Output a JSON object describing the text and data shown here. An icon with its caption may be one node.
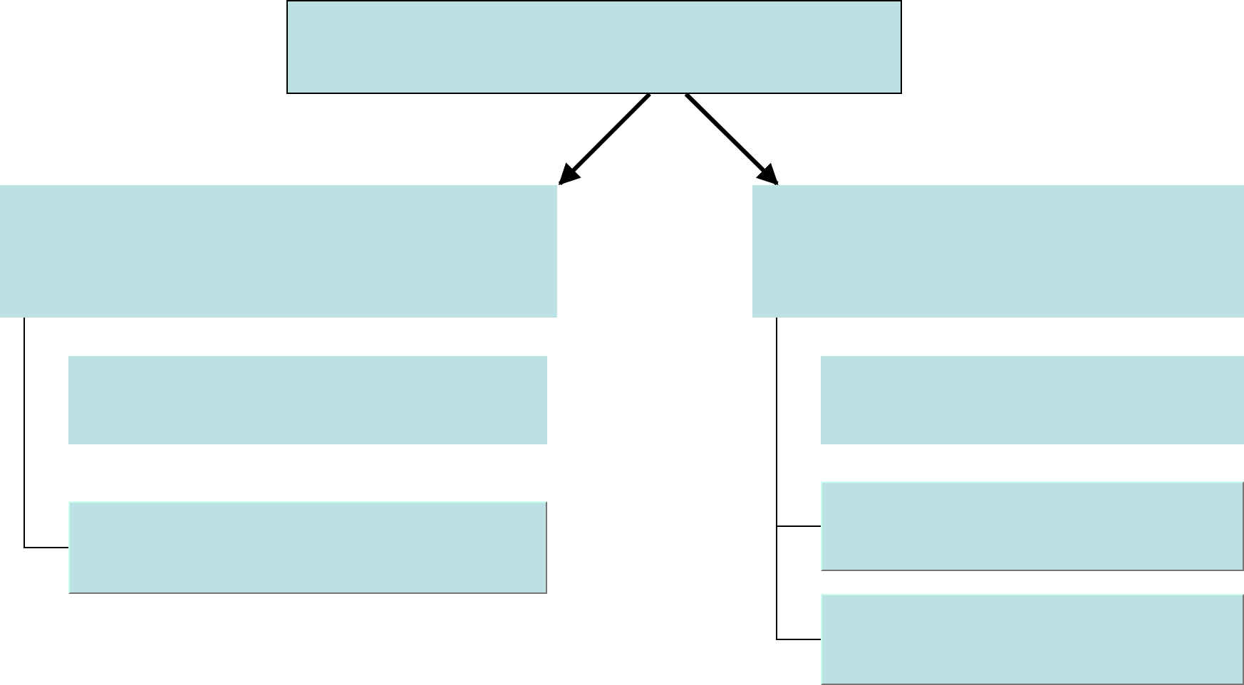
{
  "diagram": {
    "nodes": [
      {
        "text": [],
        "shape": "box"
      },
      {
        "text": [],
        "shape": "box"
      },
      {
        "text": [],
        "shape": "box"
      },
      {
        "text": [],
        "shape": "box"
      },
      {
        "text": [],
        "shape": "box"
      },
      {
        "text": [],
        "shape": "box"
      },
      {
        "text": [],
        "shape": "box"
      },
      {
        "text": [],
        "shape": "box"
      }
    ],
    "edges": [
      {
        "from": 0,
        "to": 1,
        "arrow": "to",
        "style": "thick"
      },
      {
        "from": 0,
        "to": 2,
        "arrow": "to",
        "style": "thick"
      },
      {
        "from": 1,
        "to": 4,
        "arrow": "none"
      },
      {
        "from": 2,
        "to": 6,
        "arrow": "none"
      },
      {
        "from": 2,
        "to": 7,
        "arrow": "none"
      }
    ]
  }
}
